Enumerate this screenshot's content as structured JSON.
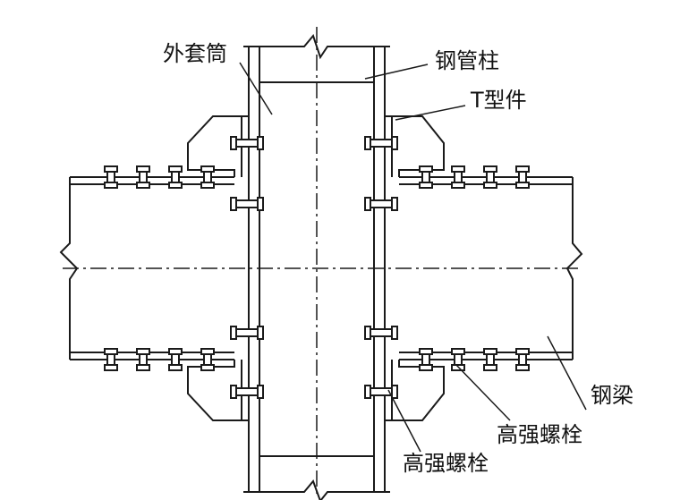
{
  "labels": {
    "outer_sleeve": "外套筒",
    "steel_tube_column": "钢管柱",
    "t_member": "T型件",
    "steel_beam": "钢梁",
    "hs_bolt_right": "高强螺栓",
    "hs_bolt_left": "高强螺栓"
  },
  "colors": {
    "line": "#1a1a1a",
    "background": "#ffffff"
  }
}
